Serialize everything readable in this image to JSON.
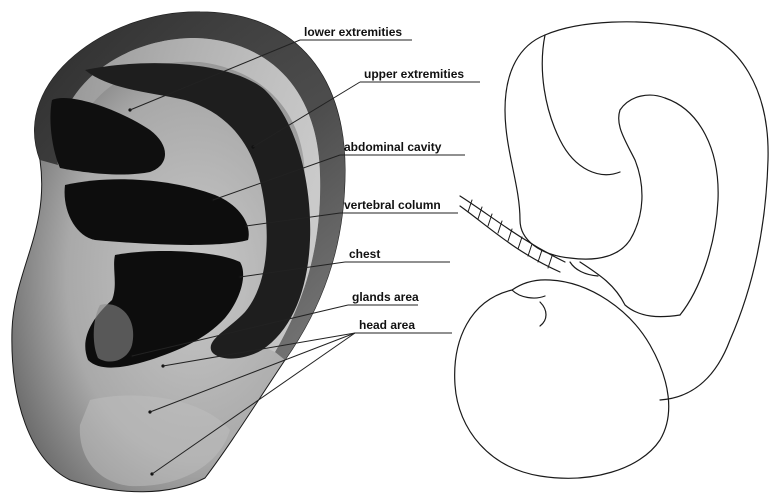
{
  "labels": {
    "lower_extremities": "lower extremities",
    "upper_extremities": "upper extremities",
    "abdominal_cavity": "abdominal cavity",
    "vertebral_column": "vertebral column",
    "chest": "chest",
    "glands_area": "glands area",
    "head_area": "head area"
  },
  "colors": {
    "ear_skin_light": "#b4b4b4",
    "ear_skin_dark": "#2a2a2a",
    "cavity": "#0d0d0d",
    "highlight_zone": "#1e1e1e",
    "line": "#222222"
  }
}
